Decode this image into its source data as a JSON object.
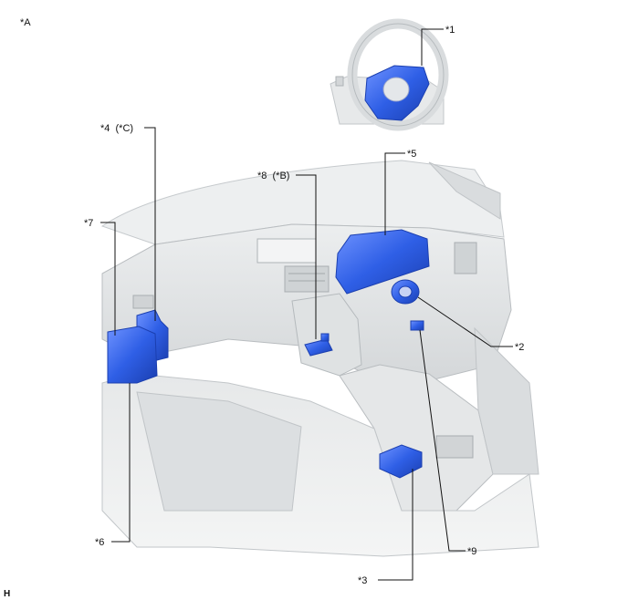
{
  "figure": {
    "view_label": "*A",
    "illustration_code": "H",
    "callouts": [
      {
        "id": "c1",
        "text": "*1"
      },
      {
        "id": "c2",
        "text": "*2"
      },
      {
        "id": "c3",
        "text": "*3"
      },
      {
        "id": "c4",
        "text": "*4  (*C)"
      },
      {
        "id": "c5",
        "text": "*5"
      },
      {
        "id": "c6",
        "text": "*6"
      },
      {
        "id": "c7",
        "text": "*7"
      },
      {
        "id": "c8",
        "text": "*8  (*B)"
      },
      {
        "id": "c9",
        "text": "*9"
      }
    ],
    "colors": {
      "highlight_part": "#2f5fe6",
      "interior_shading": "#e3e5e6",
      "interior_outline": "#b9bdc0",
      "leader_line": "#111111"
    }
  }
}
